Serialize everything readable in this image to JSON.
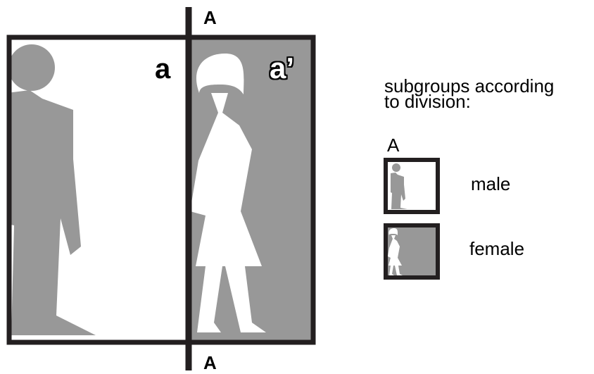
{
  "diagram": {
    "axis_label_top": "A",
    "axis_label_bottom": "A",
    "region_left_label": "a",
    "region_right_label": "a’",
    "colors": {
      "silhouette_gray": "#989898",
      "frame": "#231f20",
      "background": "#ffffff"
    }
  },
  "legend": {
    "title_line1": "subgroups according",
    "title_line2": "to  division:",
    "division_letter": "A",
    "items": [
      {
        "label": "male",
        "icon": "male-subgroup-icon"
      },
      {
        "label": "female",
        "icon": "female-subgroup-icon"
      }
    ]
  }
}
